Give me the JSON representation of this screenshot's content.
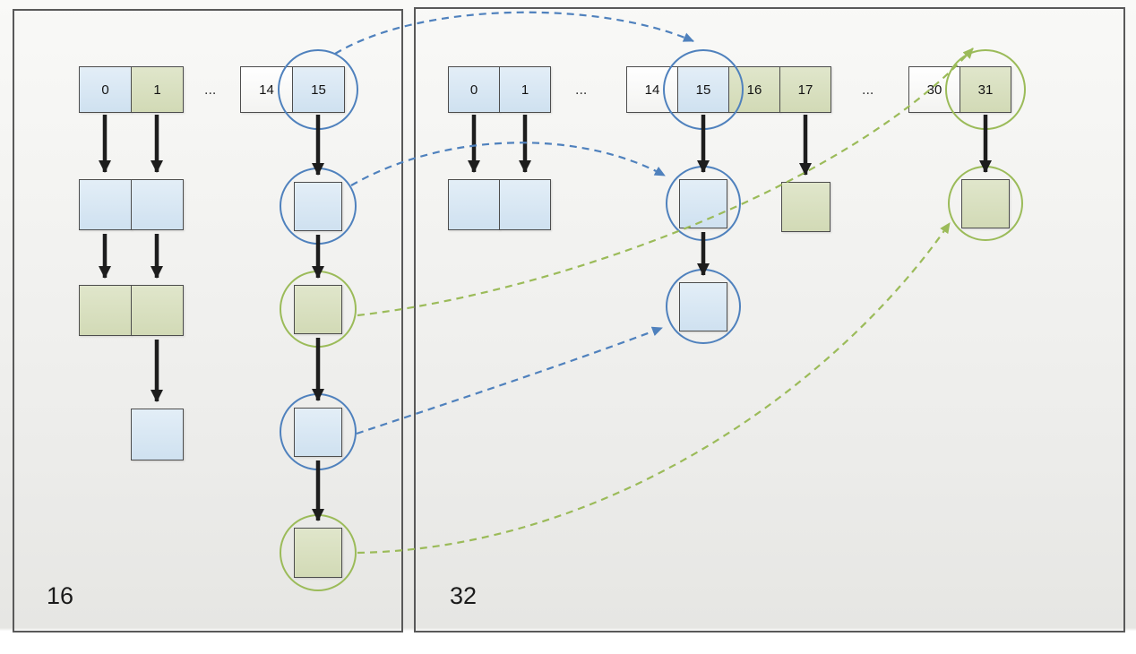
{
  "colors": {
    "blue_fill": "#cfe1f0",
    "green_fill": "#d2dab6",
    "white_fill": "#ffffff",
    "blue_accent": "#4f81bd",
    "green_accent": "#9bbb59",
    "arrow_color": "#1d1d1d",
    "panel_border": "#595959"
  },
  "panels": [
    {
      "label": "16",
      "cells": [
        {
          "label": "0"
        },
        {
          "label": "1"
        },
        {
          "label": "..."
        },
        {
          "label": "14"
        },
        {
          "label": "15"
        }
      ]
    },
    {
      "label": "32",
      "cells": [
        {
          "label": "0"
        },
        {
          "label": "1"
        },
        {
          "label": "..."
        },
        {
          "label": "14"
        },
        {
          "label": "15"
        },
        {
          "label": "16"
        },
        {
          "label": "17"
        },
        {
          "label": "..."
        },
        {
          "label": "30"
        },
        {
          "label": "31"
        }
      ]
    }
  ]
}
